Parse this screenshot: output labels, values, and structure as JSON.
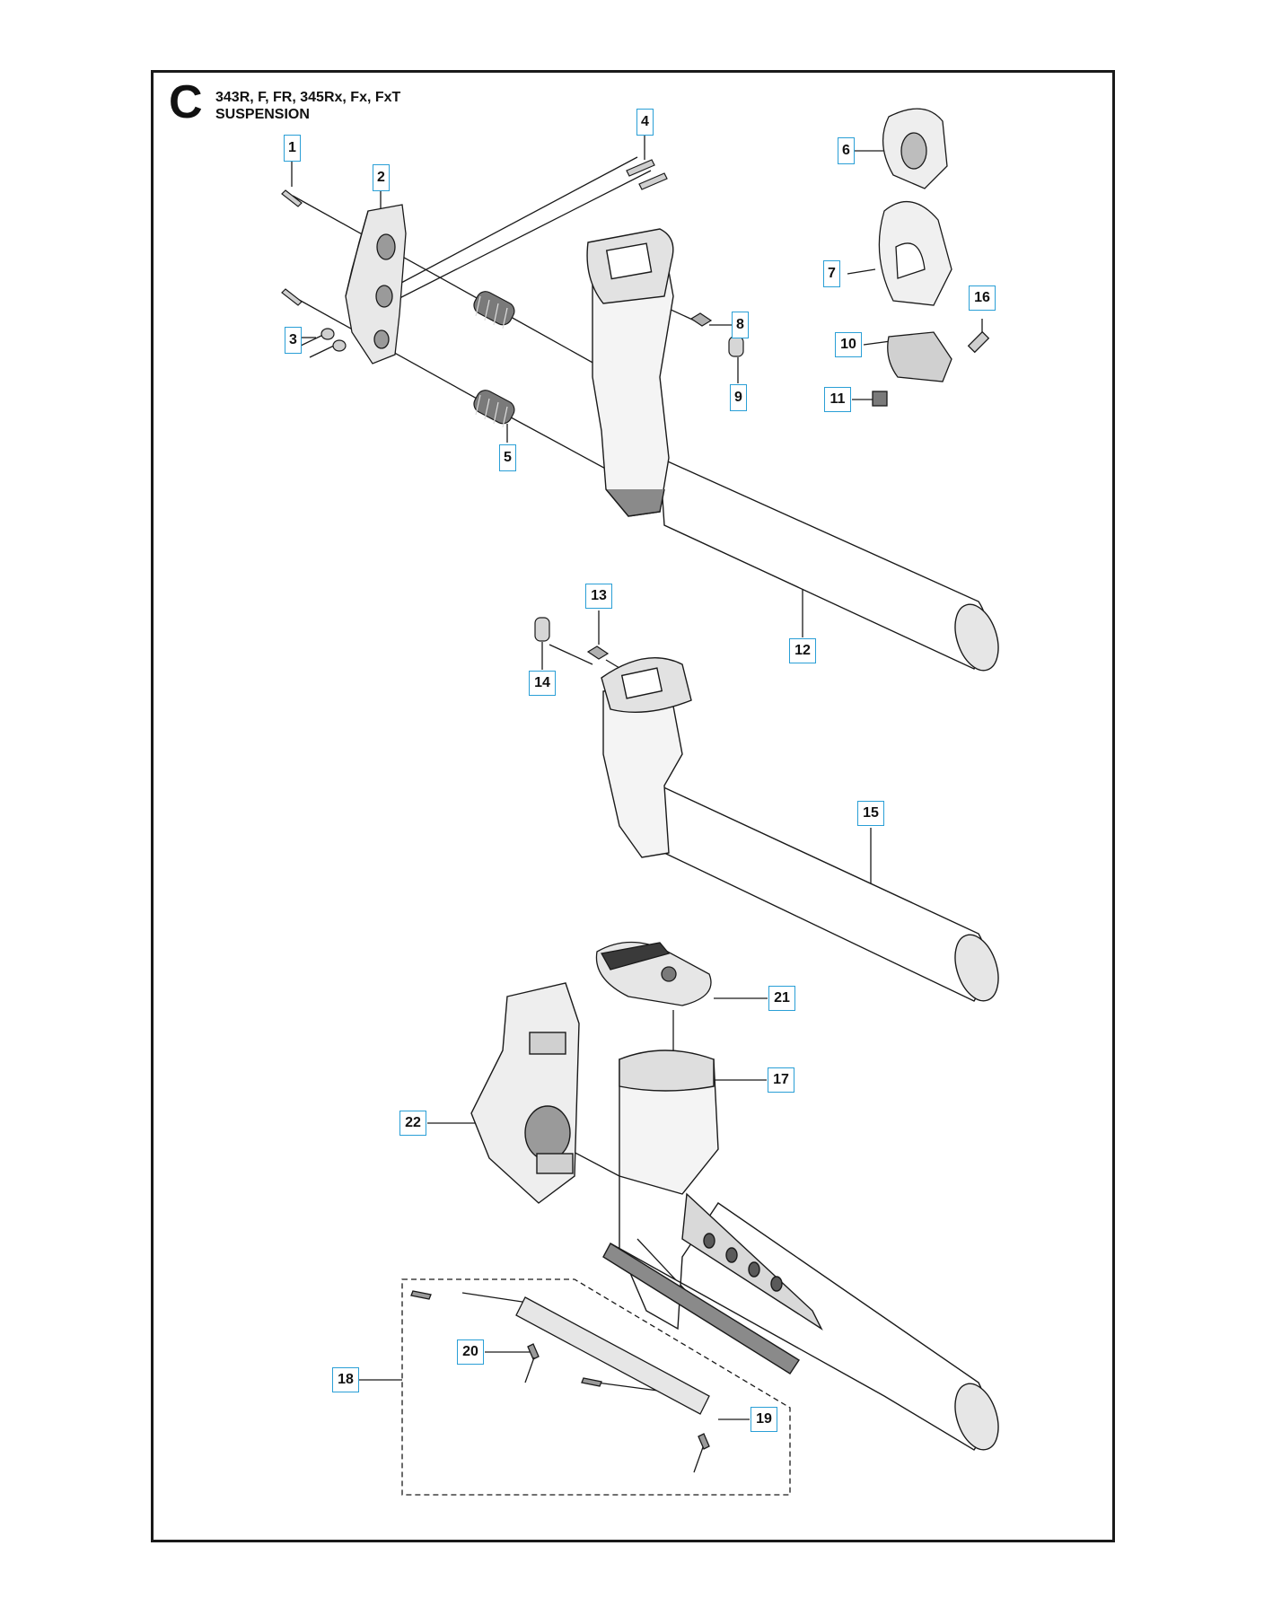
{
  "header": {
    "section_letter": "C",
    "models": "343R, F, FR, 345Rx, Fx, FxT",
    "title": "SUSPENSION"
  },
  "callouts": {
    "c1": "1",
    "c2": "2",
    "c3": "3",
    "c4": "4",
    "c5": "5",
    "c6": "6",
    "c7": "7",
    "c8": "8",
    "c9": "9",
    "c10": "10",
    "c11": "11",
    "c12": "12",
    "c13": "13",
    "c14": "14",
    "c15": "15",
    "c16": "16",
    "c17": "17",
    "c18": "18",
    "c19": "19",
    "c20": "20",
    "c21": "21",
    "c22": "22"
  },
  "colors": {
    "callout_border": "#2a9fd6",
    "line": "#1a1a1a",
    "part_shadow": "#5a5a5a"
  }
}
